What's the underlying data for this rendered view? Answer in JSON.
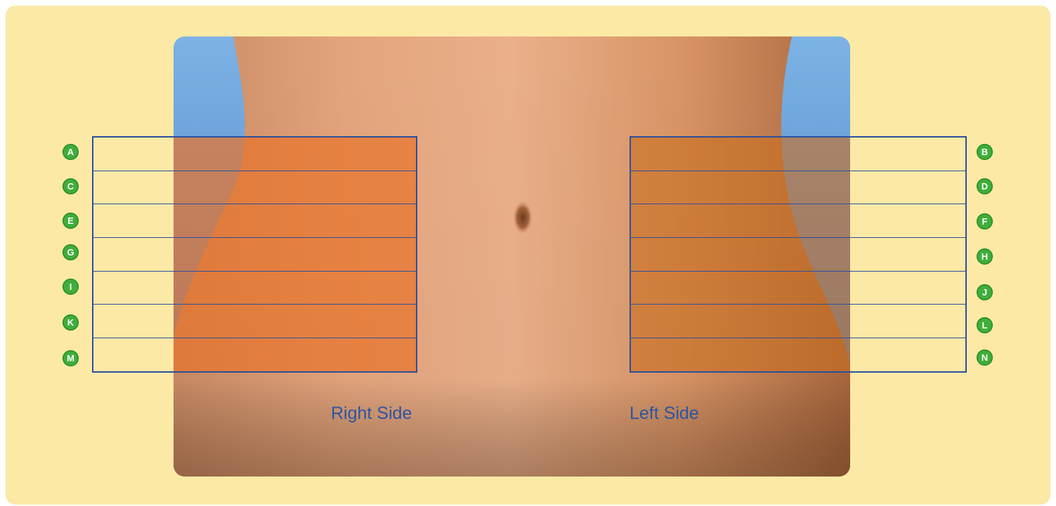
{
  "labels": {
    "right_side": "Right Side",
    "left_side": "Left Side"
  },
  "right_markers": [
    "A",
    "C",
    "E",
    "G",
    "I",
    "K",
    "M"
  ],
  "left_markers": [
    "B",
    "D",
    "F",
    "H",
    "J",
    "L",
    "N"
  ],
  "colors": {
    "background": "#fde9a6",
    "sky": "#6aa3d8",
    "skin": "#e3a27a",
    "highlight": "#e8742c",
    "grid_line": "#2d4f9c",
    "marker": "#3fae3a",
    "label_text": "#2b55a3"
  }
}
